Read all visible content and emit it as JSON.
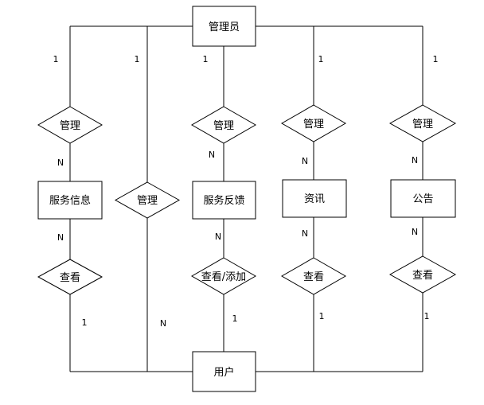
{
  "entities": {
    "admin": "管理员",
    "user": "用户",
    "service_info": "服务信息",
    "service_feedback": "服务反馈",
    "news": "资讯",
    "notice": "公告"
  },
  "relations": {
    "manage_service_info": "管理",
    "manage_user": "管理",
    "manage_feedback": "管理",
    "manage_news": "管理",
    "manage_notice": "管理",
    "view_service_info": "查看",
    "view_add_feedback": "查看/添加",
    "view_news": "查看",
    "view_notice": "查看"
  },
  "cardinalities": {
    "admin_manage_service_info": "1",
    "admin_manage_user": "1",
    "admin_manage_feedback": "1",
    "admin_manage_news": "1",
    "admin_manage_notice": "1",
    "manage_service_info_entity": "N",
    "manage_feedback_entity": "N",
    "manage_news_entity": "N",
    "manage_notice_entity": "N",
    "service_info_view": "N",
    "feedback_view": "N",
    "news_view": "N",
    "notice_view": "N",
    "view_service_info_user": "1",
    "manage_user_user": "N",
    "view_feedback_user": "1",
    "view_news_user": "1",
    "view_notice_user": "1"
  }
}
